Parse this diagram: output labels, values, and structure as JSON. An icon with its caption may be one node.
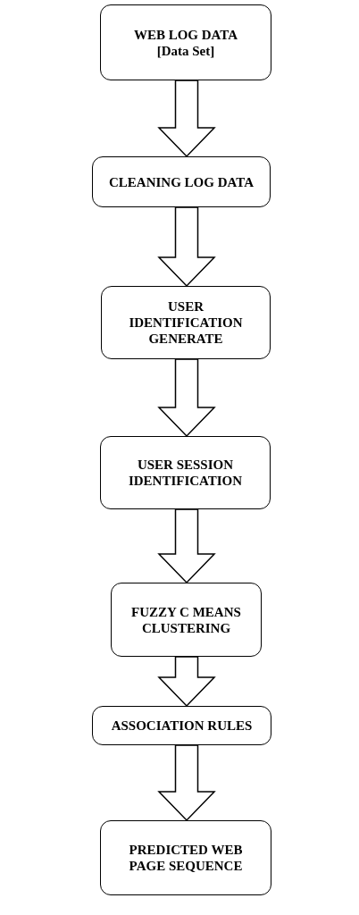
{
  "diagram": {
    "nodes": [
      {
        "text": [
          "WEB LOG DATA",
          "[Data Set]"
        ]
      },
      {
        "text": [
          "CLEANING LOG DATA"
        ]
      },
      {
        "text": [
          "USER IDENTIFICATION GENERATE"
        ]
      },
      {
        "text": [
          "USER SESSION IDENTIFICATION"
        ]
      },
      {
        "text": [
          "FUZZY C MEANS CLUSTERING"
        ]
      },
      {
        "text": [
          "ASSOCIATION RULES"
        ]
      },
      {
        "text": [
          "PREDICTED WEB PAGE SEQUENCE"
        ]
      }
    ],
    "edges": [
      {
        "from": 0,
        "to": 1,
        "arrow": "to"
      },
      {
        "from": 1,
        "to": 2,
        "arrow": "to"
      },
      {
        "from": 2,
        "to": 3,
        "arrow": "to"
      },
      {
        "from": 3,
        "to": 4,
        "arrow": "to"
      },
      {
        "from": 4,
        "to": 5,
        "arrow": "to"
      },
      {
        "from": 5,
        "to": 6,
        "arrow": "to"
      }
    ]
  }
}
